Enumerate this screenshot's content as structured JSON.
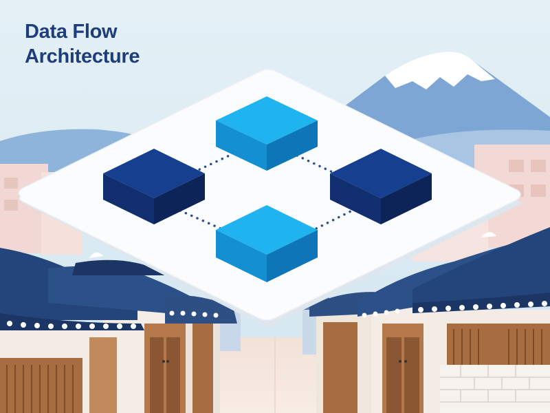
{
  "header": {
    "title_line1": "Data Flow",
    "title_line2": "Architecture"
  },
  "diagram": {
    "nodes": [
      {
        "id": "top",
        "role": "light-blue-cube"
      },
      {
        "id": "left",
        "role": "dark-blue-cube"
      },
      {
        "id": "right",
        "role": "dark-blue-cube"
      },
      {
        "id": "bottom",
        "role": "light-blue-cube"
      }
    ],
    "connectors": [
      {
        "from": "left",
        "to": "top",
        "style": "dotted"
      },
      {
        "from": "top",
        "to": "right",
        "style": "dotted"
      },
      {
        "from": "left",
        "to": "bottom",
        "style": "dotted"
      },
      {
        "from": "bottom",
        "to": "right",
        "style": "dotted"
      }
    ]
  },
  "colors": {
    "sky": "#dbeaf2",
    "title": "#1e3d7b",
    "light_cube": "#1aa6e4",
    "dark_cube": "#13367e",
    "connector": "#2a4f8f",
    "platform": "#fbfcfd",
    "roof": "#24457b",
    "wood": "#a86c41",
    "mountain": "#7ea6d4"
  }
}
